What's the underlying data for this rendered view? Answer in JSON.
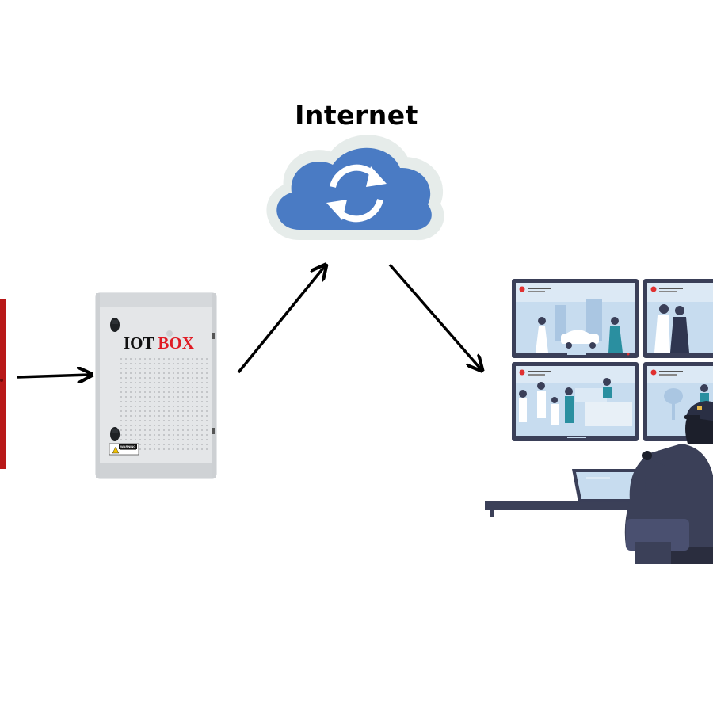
{
  "diagram": {
    "title": "Internet",
    "iot_box": {
      "label_part1": "IOT",
      "label_part2": "BOX",
      "warning_label": "WARNING"
    },
    "colors": {
      "cloud": "#4a7bc4",
      "cloud_outline": "#e6ecea",
      "sensor_panel": "#d42020",
      "box_body": "#e4e6e8",
      "brand_red": "#e01b24",
      "monitor_frame": "#3a3f58",
      "screen_bg": "#c7dcef",
      "desk": "#3b4058",
      "operator_uniform": "#3b4058",
      "arrow": "#000000"
    },
    "icons": {
      "cloud": "cloud-sync-icon",
      "sync": "sync-arrows-icon",
      "sensor": "red-sensor-panel",
      "iot_box": "iot-box-enclosure",
      "operator": "security-operator-illustration"
    }
  }
}
